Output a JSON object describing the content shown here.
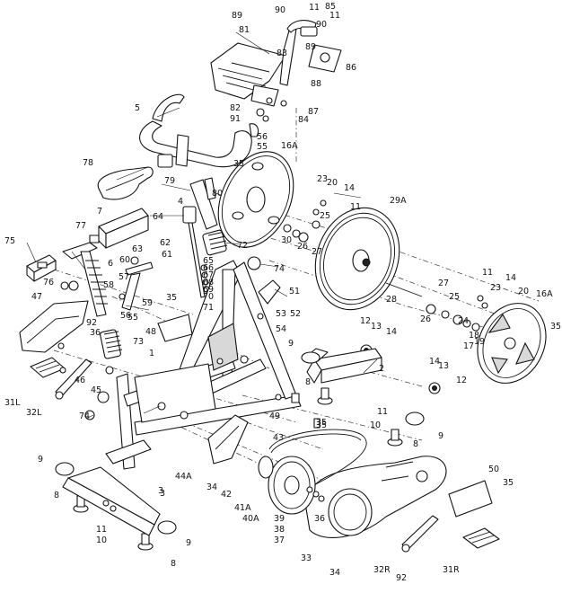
{
  "callouts": [
    "89",
    "90",
    "11",
    "85",
    "11",
    "90",
    "81",
    "83",
    "89",
    "86",
    "88",
    "82",
    "87",
    "91",
    "84",
    "5",
    "56",
    "55",
    "16A",
    "78",
    "35",
    "79",
    "80",
    "23",
    "20",
    "14",
    "11",
    "4",
    "29A",
    "64",
    "25",
    "30",
    "26",
    "27",
    "7",
    "77",
    "62",
    "63",
    "61",
    "72",
    "74",
    "75",
    "6",
    "60",
    "57",
    "58",
    "65",
    "66",
    "67",
    "68",
    "69",
    "70",
    "71",
    "35",
    "51",
    "53",
    "52",
    "54",
    "47",
    "59",
    "56",
    "55",
    "48",
    "28",
    "27",
    "26",
    "25",
    "24",
    "11",
    "14",
    "20",
    "23",
    "16A",
    "35",
    "12",
    "13",
    "14",
    "19",
    "18",
    "17",
    "92",
    "36",
    "73",
    "1",
    "9",
    "2",
    "35",
    "76",
    "3",
    "31L",
    "45",
    "46",
    "32L",
    "74",
    "8",
    "14",
    "13",
    "12",
    "11",
    "10",
    "8",
    "9",
    "49",
    "35",
    "43",
    "44A",
    "34",
    "42",
    "41A",
    "40A",
    "39",
    "38",
    "37",
    "36",
    "50",
    "35",
    "9",
    "8",
    "11",
    "10",
    "3",
    "9",
    "8",
    "33",
    "34",
    "32R",
    "92",
    "31R"
  ]
}
